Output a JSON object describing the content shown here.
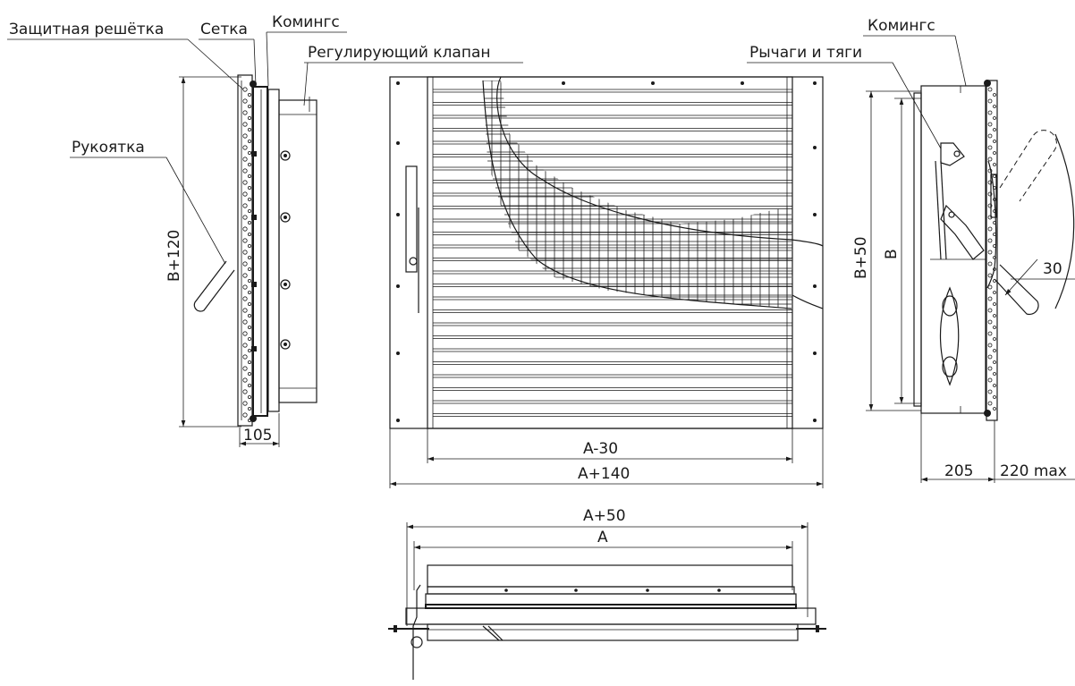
{
  "labels": {
    "protective_grille": "Защитная решётка",
    "mesh": "Сетка",
    "coaming_left": "Комингс",
    "control_valve": "Регулирующий клапан",
    "handle": "Рукоятка",
    "coaming_right": "Комингс",
    "levers_rods": "Рычаги и тяги"
  },
  "dimensions": {
    "b_plus_120": "B+120",
    "d105": "105",
    "a_minus_30": "A-30",
    "a_plus_140": "A+140",
    "b_plus_50": "B+50",
    "b": "B",
    "d30": "30",
    "d205": "205",
    "d220max": "220 max",
    "a_plus_50": "A+50",
    "a": "A"
  }
}
